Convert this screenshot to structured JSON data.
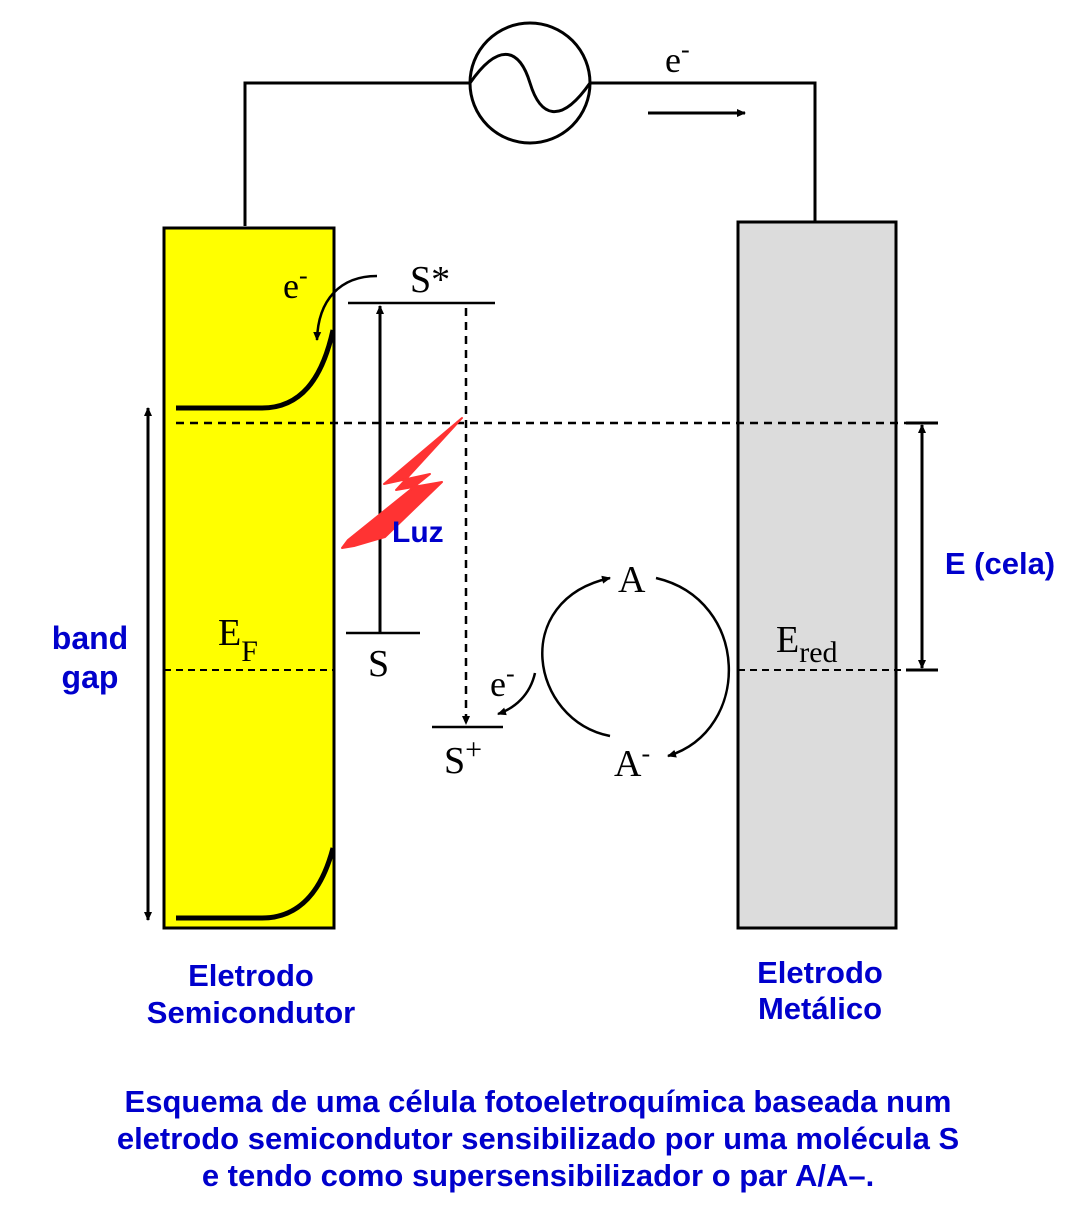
{
  "labels": {
    "external_electron": "e",
    "minus": "-",
    "excited_state": "S*",
    "injected_electron": "e",
    "light": "Luz",
    "fermi_e": "E",
    "fermi_sub": "F",
    "ground_state": "S",
    "band_gap_line1": "band",
    "band_gap_line2": "gap",
    "oxidized_state": "S",
    "plus": "+",
    "regen_electron": "e",
    "species_a": "A",
    "species_a_minus": "A",
    "ered_e": "E",
    "ered_sub": "red",
    "cell_voltage": "E (cela)",
    "semiconductor_line1": "Eletrodo",
    "semiconductor_line2": "Semicondutor",
    "metal_line1": "Eletrodo",
    "metal_line2": "Metálico"
  },
  "caption": {
    "line1": "Esquema de uma célula fotoeletroquímica baseada num",
    "line2": "eletrodo semicondutor sensibilizado por uma molécula S",
    "line3": "e tendo como supersensibilizador o par A/A–."
  },
  "colors": {
    "semiconductor_fill": "#ffff00",
    "metal_fill": "#dcdcdc",
    "label_blue": "#0000cc",
    "light_red": "#ff3333"
  }
}
